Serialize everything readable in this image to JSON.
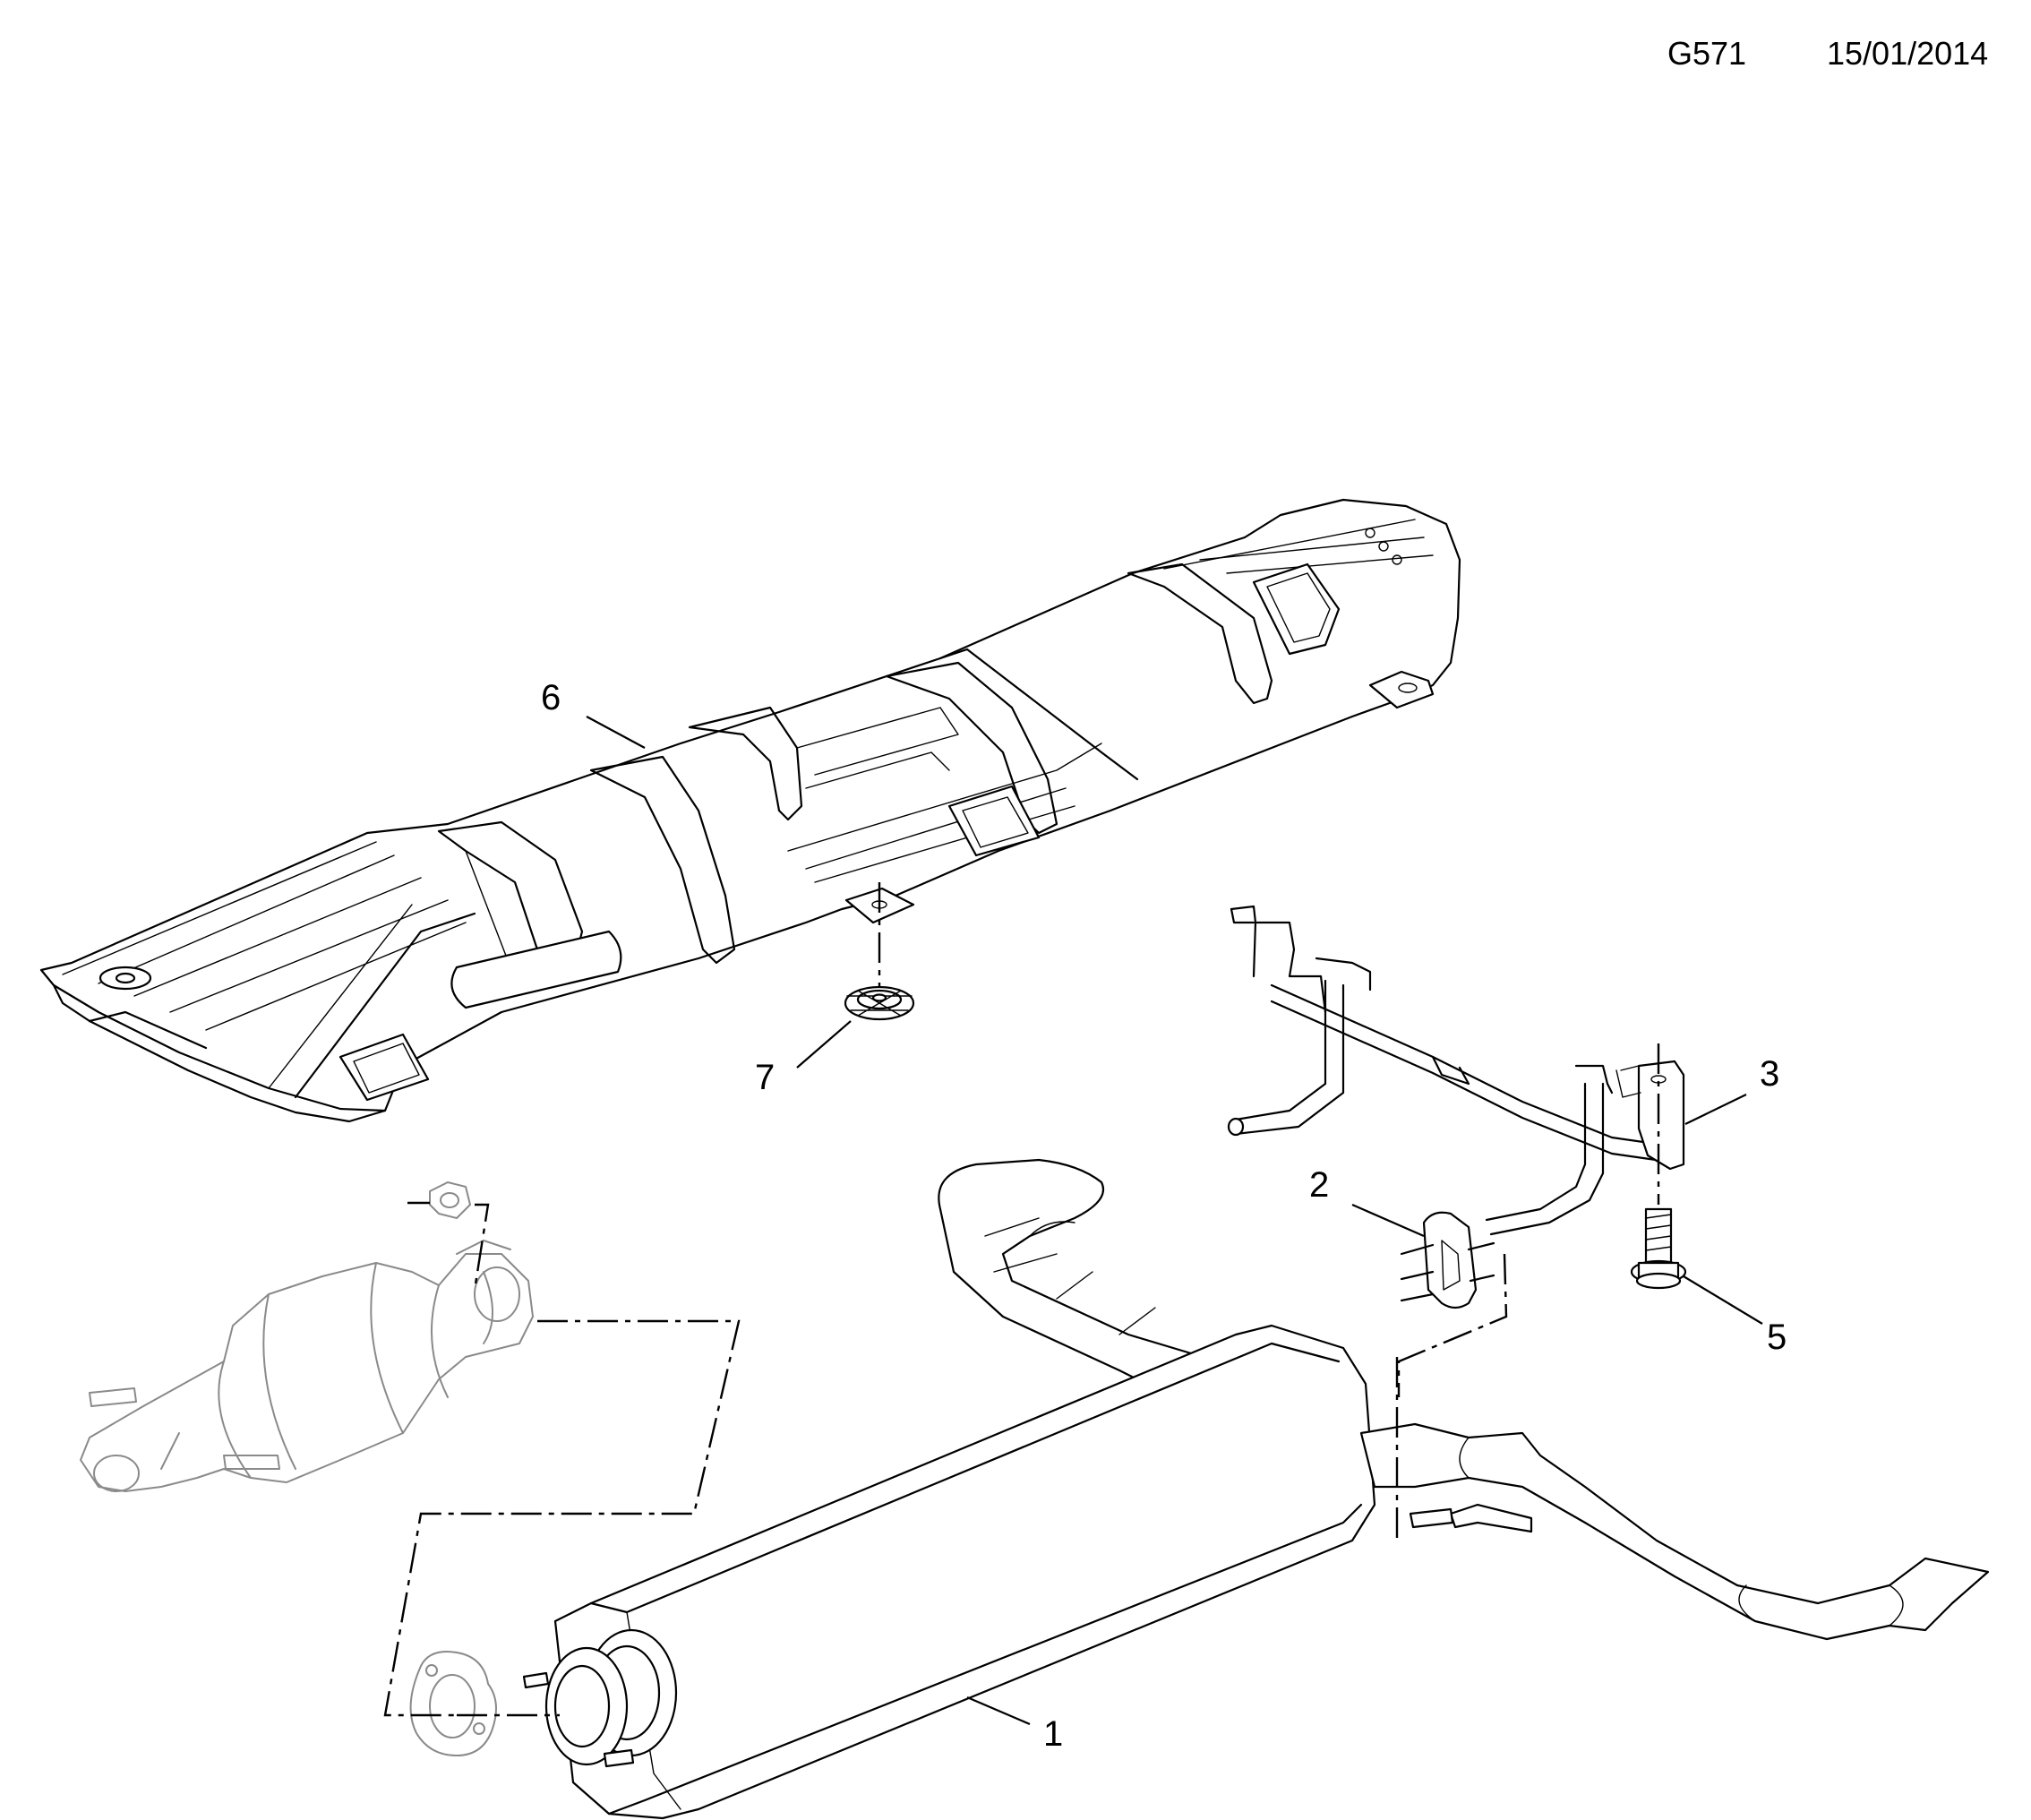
{
  "header": {
    "diagram_code": "G571",
    "date": "15/01/2014"
  },
  "callouts": {
    "c1": "1",
    "c2": "2",
    "c3": "3",
    "c5": "5",
    "c6": "6",
    "c7": "7"
  },
  "colors": {
    "line": "#000000",
    "context_part": "#8a8a8a",
    "background": "#ffffff"
  }
}
